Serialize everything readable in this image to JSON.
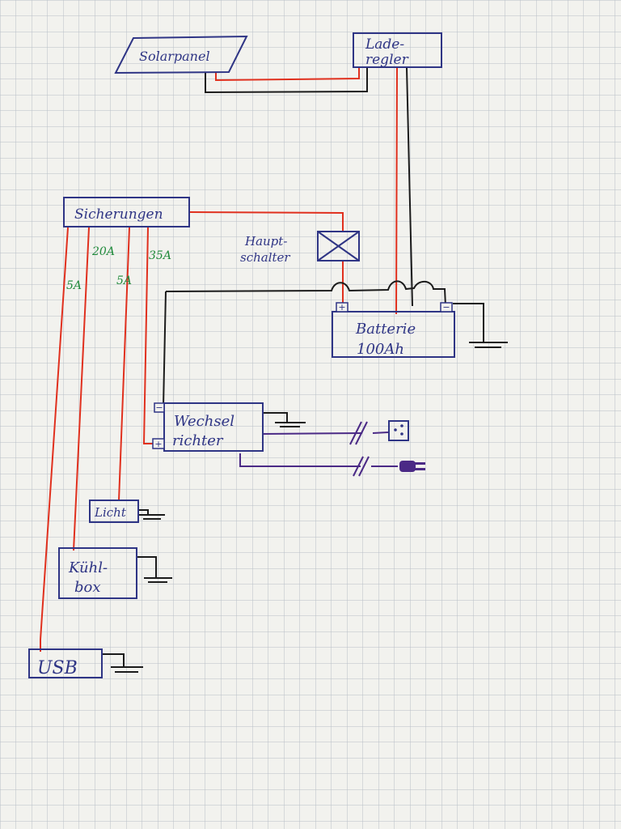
{
  "diagram": {
    "boxes": {
      "solarpanel": "Solarpanel",
      "laderegler_line1": "Lade-",
      "laderegler_line2": "regler",
      "sicherungen": "Sicherungen",
      "hauptschalter_line1": "Haupt-",
      "hauptschalter_line2": "schalter",
      "batterie_line1": "Batterie",
      "batterie_line2": "100Ah",
      "wechselrichter_line1": "Wechsel",
      "wechselrichter_line2": "richter",
      "licht": "Licht",
      "kuehlbox_line1": "Kühl-",
      "kuehlbox_line2": "box",
      "usb": "USB"
    },
    "fuse_ratings": {
      "usb": "5A",
      "kuehlbox": "20A",
      "licht": "5A",
      "wechselrichter": "35A"
    },
    "terminals": {
      "plus": "+",
      "minus": "−"
    },
    "colors": {
      "paper": "#f2f2ee",
      "grid": "#a9b2bd",
      "box_ink": "#2f3585",
      "positive_wire": "#e0301e",
      "negative_wire": "#1b1b1b",
      "ac_wire": "#4b2a86",
      "fuse_label": "#1f8a3a"
    }
  }
}
